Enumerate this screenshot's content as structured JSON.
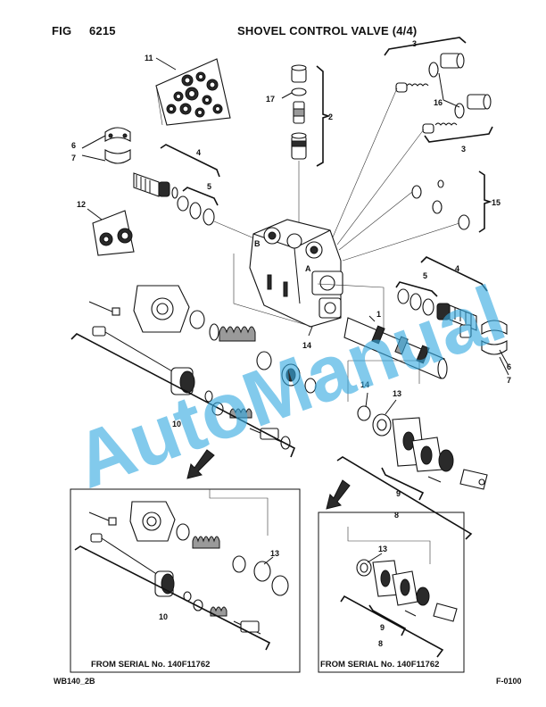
{
  "header": {
    "fig_label": "FIG",
    "fig_number": "6215",
    "title": "SHOVEL CONTROL VALVE (4/4)"
  },
  "footer": {
    "left_code": "WB140_2B",
    "right_code": "F-0100"
  },
  "insets": {
    "left_caption": "FROM SERIAL No. 140F11762",
    "right_caption": "FROM SERIAL No. 140F11762"
  },
  "callouts": {
    "c1": "1",
    "c2": "2",
    "c3a": "3",
    "c3b": "3",
    "c4a": "4",
    "c4b": "4",
    "c5a": "5",
    "c5b": "5",
    "c6a": "6",
    "c7a": "7",
    "c6b": "6",
    "c7b": "7",
    "c8": "8",
    "c9": "9",
    "c10": "10",
    "c11": "11",
    "c12": "12",
    "c13": "13",
    "c14a": "14",
    "c14b": "14",
    "c15": "15",
    "c16": "16",
    "c17": "17",
    "inset_left_10": "10",
    "inset_left_13": "13",
    "inset_right_13": "13",
    "inset_right_9": "9",
    "inset_right_8": "8"
  },
  "body_markings": {
    "port_a": "A",
    "port_b": "B"
  },
  "watermark": "AutoManual"
}
